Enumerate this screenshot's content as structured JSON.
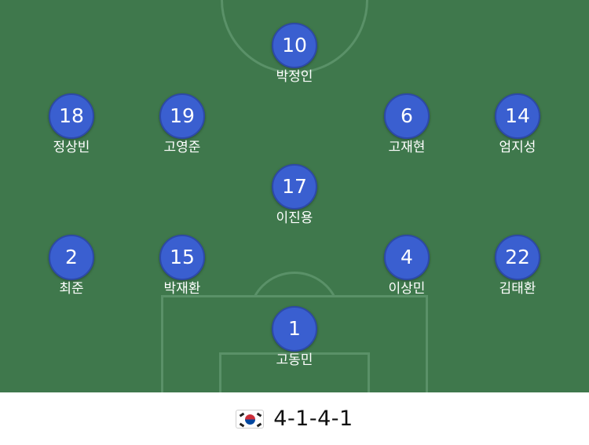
{
  "formation": {
    "label": "4-1-4-1",
    "flag_icon": "south-korea-flag-icon"
  },
  "colors": {
    "pitch": "#3f784c",
    "pitch_lines": "#5a9168",
    "player_badge": "#3a5fd0"
  },
  "players": [
    {
      "number": "10",
      "name": "박정인"
    },
    {
      "number": "18",
      "name": "정상빈"
    },
    {
      "number": "19",
      "name": "고영준"
    },
    {
      "number": "6",
      "name": "고재현"
    },
    {
      "number": "14",
      "name": "엄지성"
    },
    {
      "number": "17",
      "name": "이진용"
    },
    {
      "number": "2",
      "name": "최준"
    },
    {
      "number": "15",
      "name": "박재환"
    },
    {
      "number": "4",
      "name": "이상민"
    },
    {
      "number": "22",
      "name": "김태환"
    },
    {
      "number": "1",
      "name": "고동민"
    }
  ]
}
